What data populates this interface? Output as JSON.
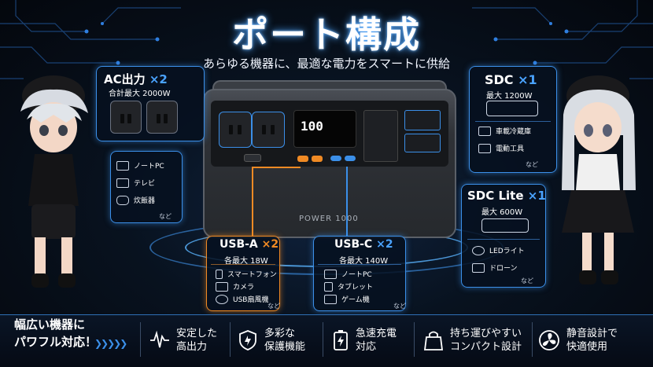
{
  "header": {
    "title": "ポート構成",
    "subtitle": "あらゆる機器に、最適な電力をスマートに供給"
  },
  "device": {
    "display_value": "100",
    "brand_label": "POWER 1000"
  },
  "ac_panel": {
    "title": "AC出力",
    "count": "×2",
    "spec": "合計最大 2000W",
    "items": [
      "ノートPC",
      "テレビ",
      "炊飯器"
    ],
    "etc": "など"
  },
  "sdc_panel": {
    "title": "SDC",
    "count": "×1",
    "spec": "最大 1200W",
    "items": [
      "車載冷蔵庫",
      "電動工具"
    ],
    "etc": "など"
  },
  "sdc_lite_panel": {
    "title": "SDC Lite",
    "count": "×1",
    "spec": "最大 600W",
    "items": [
      "LEDライト",
      "ドローン"
    ],
    "etc": "など"
  },
  "usba_panel": {
    "title": "USB-A",
    "count": "×2",
    "spec": "各最大 18W",
    "items": [
      "スマートフォン",
      "カメラ",
      "USB扇風機"
    ],
    "etc": "など"
  },
  "usbc_panel": {
    "title": "USB-C",
    "count": "×2",
    "spec": "各最大 140W",
    "items": [
      "ノートPC",
      "タブレット",
      "ゲーム機"
    ],
    "etc": "など"
  },
  "features": {
    "lead": "幅広い機器に\nパワフル対応！",
    "list": [
      {
        "icon": "waveform-icon",
        "label": "安定した\n高出力"
      },
      {
        "icon": "shield-icon",
        "label": "多彩な\n保護機能"
      },
      {
        "icon": "battery-charge-icon",
        "label": "急速充電\n対応"
      },
      {
        "icon": "bag-icon",
        "label": "持ち運びやすい\nコンパクト設計"
      },
      {
        "icon": "fan-icon",
        "label": "静音設計で\n快適使用"
      }
    ]
  },
  "colors": {
    "accent_blue": "#3b8fe8",
    "accent_orange": "#f08a24",
    "background": "#05080f"
  }
}
